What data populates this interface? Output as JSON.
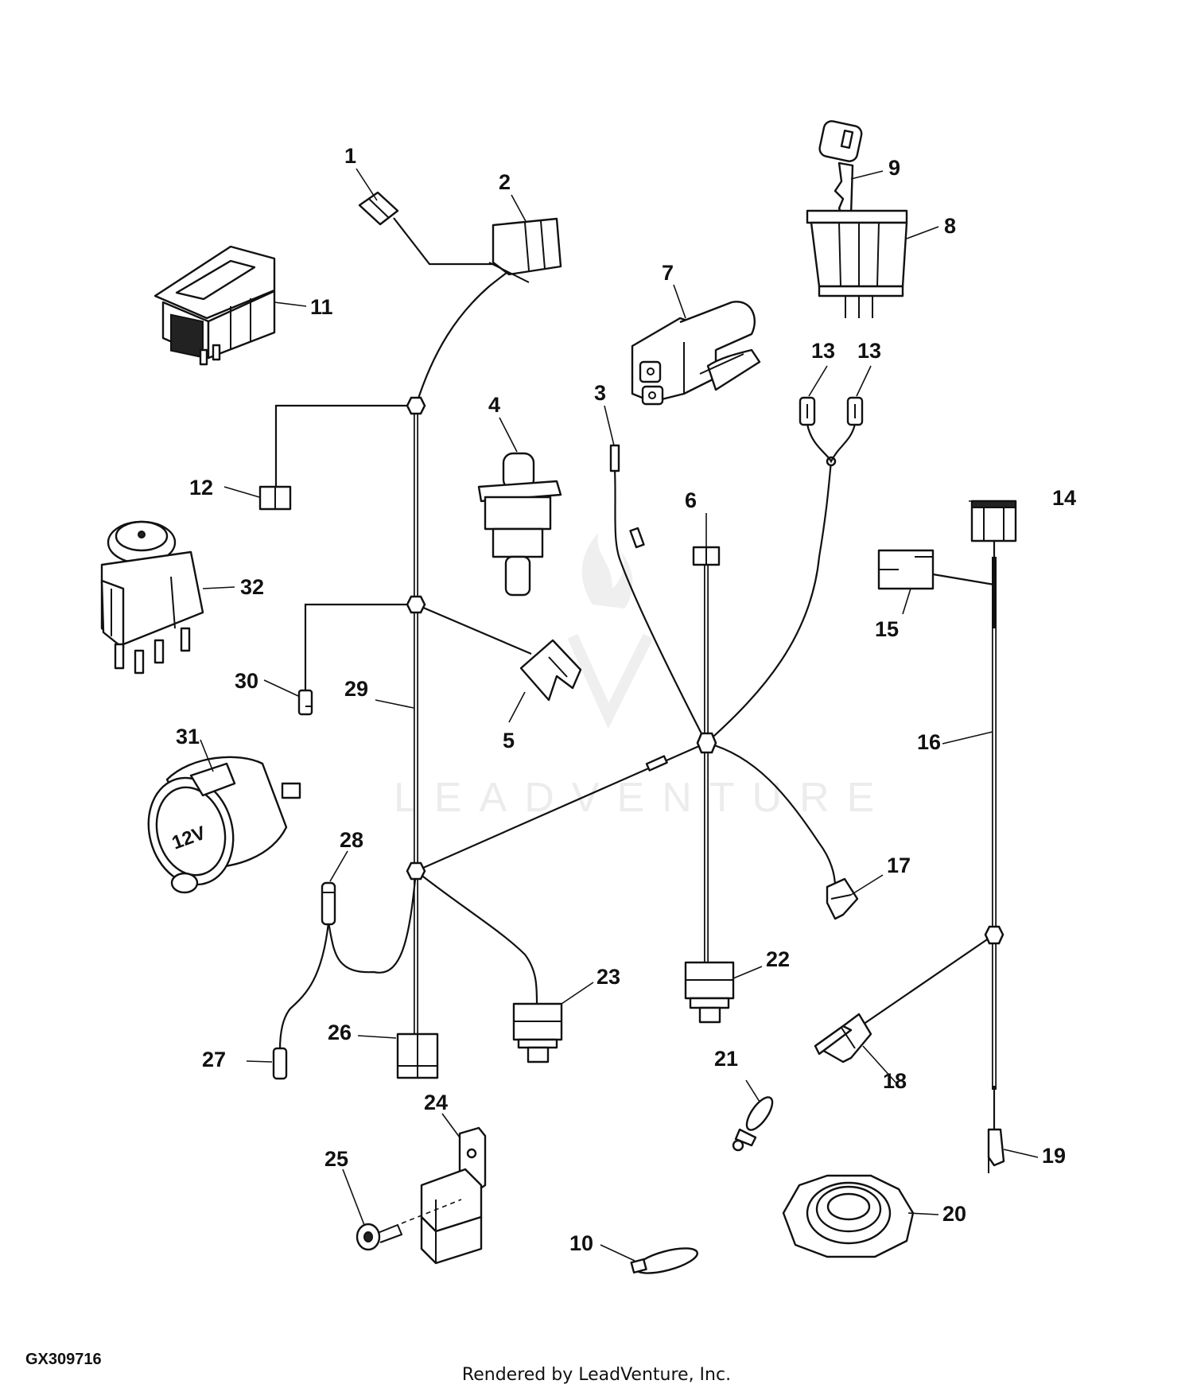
{
  "figure_id": "GX309716",
  "credit": "Rendered by LeadVenture, Inc.",
  "watermark": "LEADVENTURE",
  "callouts": [
    "1",
    "2",
    "3",
    "4",
    "5",
    "6",
    "7",
    "8",
    "9",
    "10",
    "11",
    "12",
    "13",
    "13",
    "14",
    "15",
    "16",
    "17",
    "18",
    "19",
    "20",
    "21",
    "22",
    "23",
    "24",
    "25",
    "26",
    "27",
    "28",
    "29",
    "30",
    "31",
    "32"
  ],
  "socket_text": "12V"
}
